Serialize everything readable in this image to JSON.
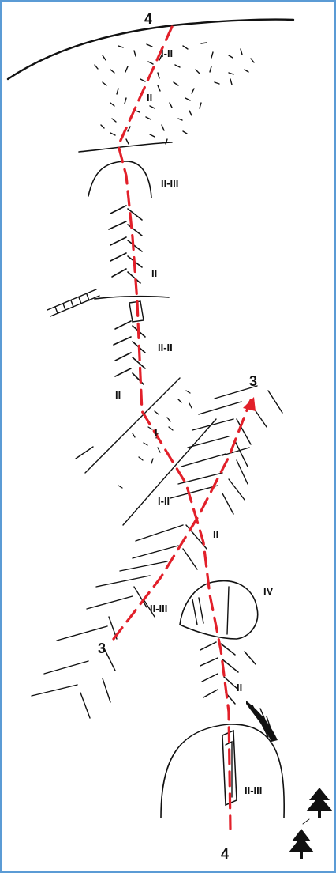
{
  "labels": {
    "route4_top": "4",
    "route4_bottom": "4",
    "route3_top": "3",
    "route3_bottom": "3",
    "g_1_2_top": "I-II",
    "g_2_top": "II",
    "g_2_3_a": "II-III",
    "g_2_b": "II",
    "g_2_2": "II-II",
    "g_2_c": "II",
    "g_1": "I",
    "g_1_2_mid": "I-II",
    "g_2_d": "II",
    "g_4": "IV",
    "g_2_3_b": "II-III",
    "g_2_e": "II",
    "g_2_3_c": "II-III"
  },
  "colors": {
    "route": "#e2202a",
    "lines": "#111111",
    "frame": "#5b9bd5"
  },
  "icons": [
    "tree-icon",
    "tree-icon"
  ]
}
